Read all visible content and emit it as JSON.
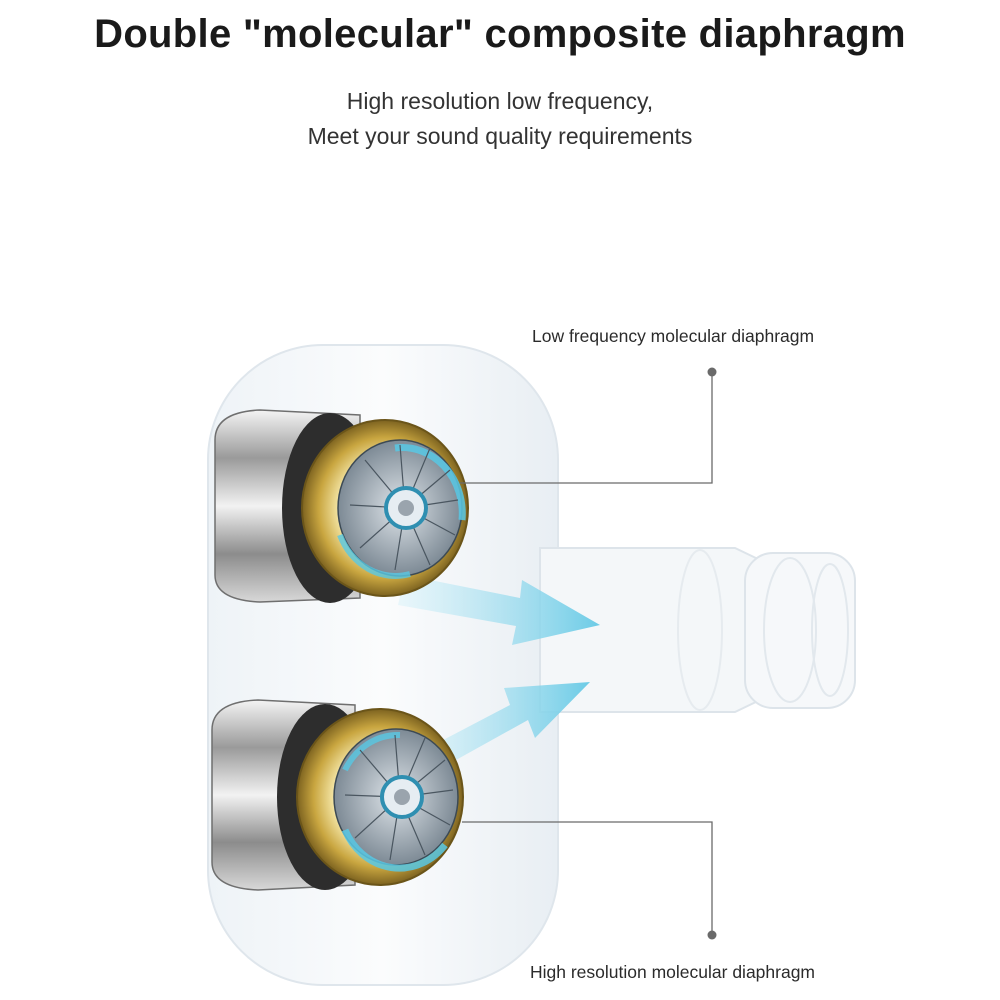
{
  "title": "Double \"molecular\" composite diaphragm",
  "subtitle_lines": [
    "High resolution low frequency,",
    "Meet your sound quality requirements"
  ],
  "callouts": {
    "top": "Low frequency molecular diaphragm",
    "bottom": "High resolution molecular diaphragm"
  },
  "colors": {
    "accent_arrow": "#7fd3ea",
    "gold_ring": "#c9a640",
    "chrome": "#c8c8c8",
    "leader_line": "#6a6a6a"
  },
  "illustration": {
    "subject": "transparent earbud housing with two dynamic drivers",
    "icons": [
      "driver-unit",
      "sound-flow-arrow"
    ]
  }
}
